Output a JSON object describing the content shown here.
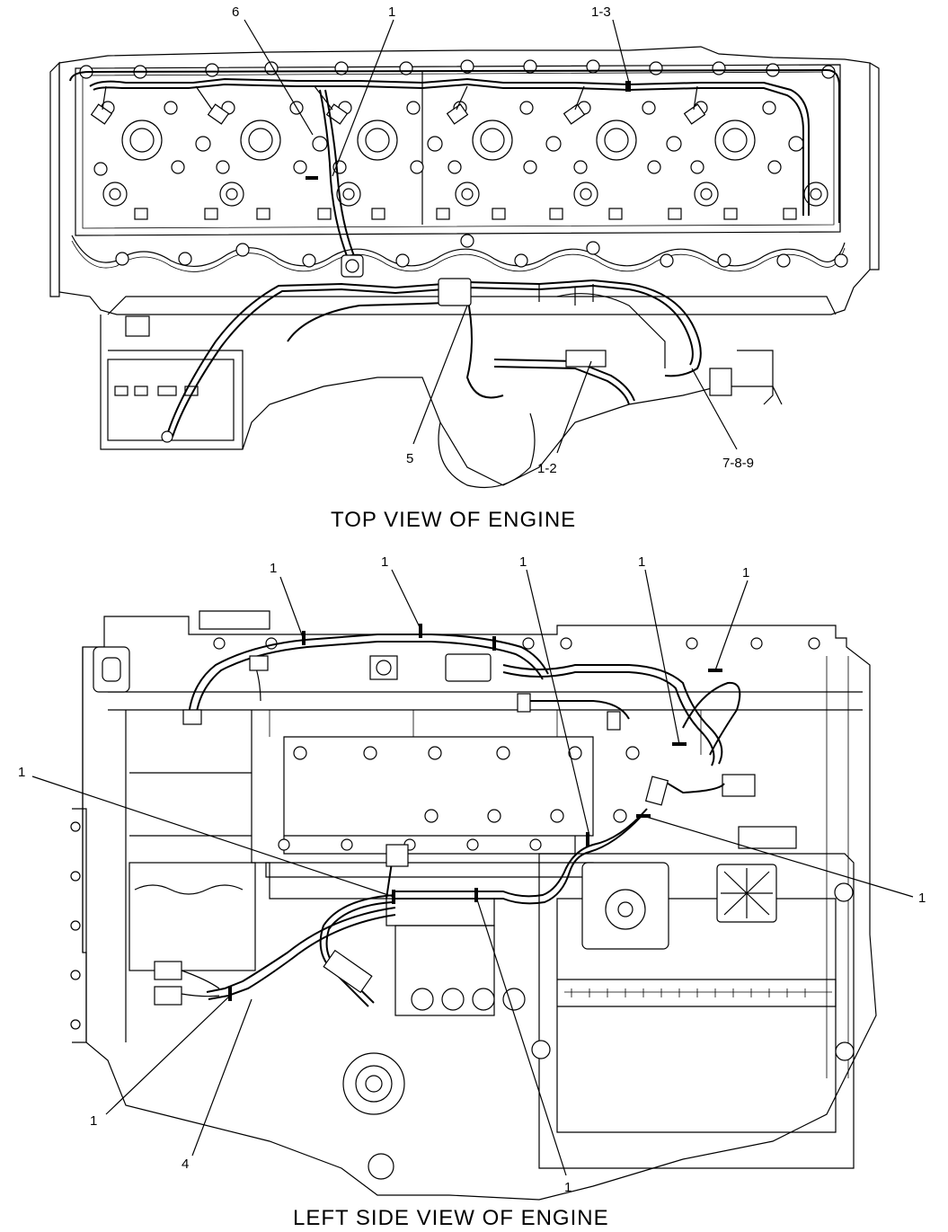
{
  "views": [
    {
      "id": "top",
      "title": "TOP  VIEW  OF  ENGINE",
      "callouts": [
        {
          "id": "c6",
          "label": "6"
        },
        {
          "id": "c1a",
          "label": "1"
        },
        {
          "id": "c13",
          "label": "1-3"
        },
        {
          "id": "c5",
          "label": "5"
        },
        {
          "id": "c12",
          "label": "1-2"
        },
        {
          "id": "c789",
          "label": "7-8-9"
        }
      ]
    },
    {
      "id": "left",
      "title": "LEFT  SIDE  VIEW  OF  ENGINE",
      "callouts": [
        {
          "id": "l1a",
          "label": "1"
        },
        {
          "id": "l1b",
          "label": "1"
        },
        {
          "id": "l1c",
          "label": "1"
        },
        {
          "id": "l1d",
          "label": "1"
        },
        {
          "id": "l1e",
          "label": "1"
        },
        {
          "id": "l1f",
          "label": "1"
        },
        {
          "id": "l1g",
          "label": "1"
        },
        {
          "id": "l1h",
          "label": "1"
        },
        {
          "id": "l1i",
          "label": "1"
        },
        {
          "id": "l4",
          "label": "4"
        }
      ]
    }
  ]
}
